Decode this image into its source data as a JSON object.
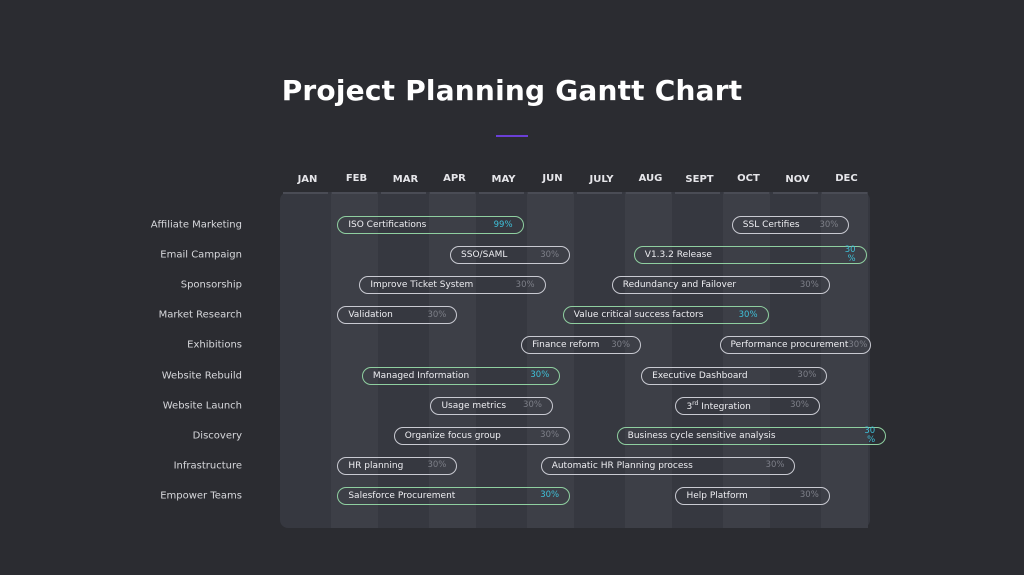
{
  "title": "Project Planning Gantt Chart",
  "colors": {
    "background": "#2b2c31",
    "panel": "#363840",
    "accent_underline": "#6a3fd6",
    "highlight_border": "#8fcfa0",
    "highlight_percent": "#3fc0d8"
  },
  "chart_data": {
    "type": "gantt",
    "title": "Project Planning Gantt Chart",
    "months": [
      "JAN",
      "FEB",
      "MAR",
      "APR",
      "MAY",
      "JUN",
      "JULY",
      "AUG",
      "SEPT",
      "OCT",
      "NOV",
      "DEC"
    ],
    "rows": [
      {
        "label": "Affiliate Marketing",
        "tasks": [
          {
            "name": "ISO Certifications",
            "percent": "99%",
            "start": 1.15,
            "end": 4.95,
            "highlight": true
          },
          {
            "name": "SSL Certifies",
            "percent": "30%",
            "start": 9.2,
            "end": 11.6,
            "highlight": false
          }
        ]
      },
      {
        "label": "Email Campaign",
        "tasks": [
          {
            "name": "SSO/SAML",
            "percent": "30%",
            "start": 3.45,
            "end": 5.9,
            "highlight": false
          },
          {
            "name": "V1.3.2 Release",
            "percent": "30 %",
            "start": 7.2,
            "end": 11.95,
            "highlight": true,
            "narrow": true
          }
        ]
      },
      {
        "label": "Sponsorship",
        "tasks": [
          {
            "name": "Improve Ticket System",
            "percent": "30%",
            "start": 1.6,
            "end": 5.4,
            "highlight": false
          },
          {
            "name": "Redundancy and Failover",
            "percent": "30%",
            "start": 6.75,
            "end": 11.2,
            "highlight": false
          }
        ]
      },
      {
        "label": "Market Research",
        "tasks": [
          {
            "name": "Validation",
            "percent": "30%",
            "start": 1.15,
            "end": 3.6,
            "highlight": false
          },
          {
            "name": "Value critical success factors",
            "percent": "30%",
            "start": 5.75,
            "end": 9.95,
            "highlight": true
          }
        ]
      },
      {
        "label": "Exhibitions",
        "tasks": [
          {
            "name": "Finance reform",
            "percent": "30%",
            "start": 4.9,
            "end": 7.35,
            "highlight": false
          },
          {
            "name": "Performance procurement",
            "percent": "30%",
            "start": 8.95,
            "end": 12.05,
            "highlight": false
          }
        ]
      },
      {
        "label": "Website Rebuild",
        "tasks": [
          {
            "name": "Managed Information",
            "percent": "30%",
            "start": 1.65,
            "end": 5.7,
            "highlight": true
          },
          {
            "name": "Executive Dashboard",
            "percent": "30%",
            "start": 7.35,
            "end": 11.15,
            "highlight": false
          }
        ]
      },
      {
        "label": "Website Launch",
        "tasks": [
          {
            "name": "Usage metrics",
            "percent": "30%",
            "start": 3.05,
            "end": 5.55,
            "highlight": false
          },
          {
            "name": "3rd Integration",
            "percent": "30%",
            "start": 8.05,
            "end": 11.0,
            "highlight": false,
            "ordinal": true
          }
        ]
      },
      {
        "label": "Discovery",
        "tasks": [
          {
            "name": "Organize focus group",
            "percent": "30%",
            "start": 2.3,
            "end": 5.9,
            "highlight": false
          },
          {
            "name": "Business cycle sensitive analysis",
            "percent": "30 %",
            "start": 6.85,
            "end": 12.35,
            "highlight": true,
            "narrow": true
          }
        ]
      },
      {
        "label": "Infrastructure",
        "tasks": [
          {
            "name": "HR planning",
            "percent": "30%",
            "start": 1.15,
            "end": 3.6,
            "highlight": false
          },
          {
            "name": "Automatic HR Planning process",
            "percent": "30%",
            "start": 5.3,
            "end": 10.5,
            "highlight": false
          }
        ]
      },
      {
        "label": "Empower Teams",
        "tasks": [
          {
            "name": "Salesforce Procurement",
            "percent": "30%",
            "start": 1.15,
            "end": 5.9,
            "highlight": true
          },
          {
            "name": "Help Platform",
            "percent": "30%",
            "start": 8.05,
            "end": 11.2,
            "highlight": false
          }
        ]
      }
    ]
  }
}
